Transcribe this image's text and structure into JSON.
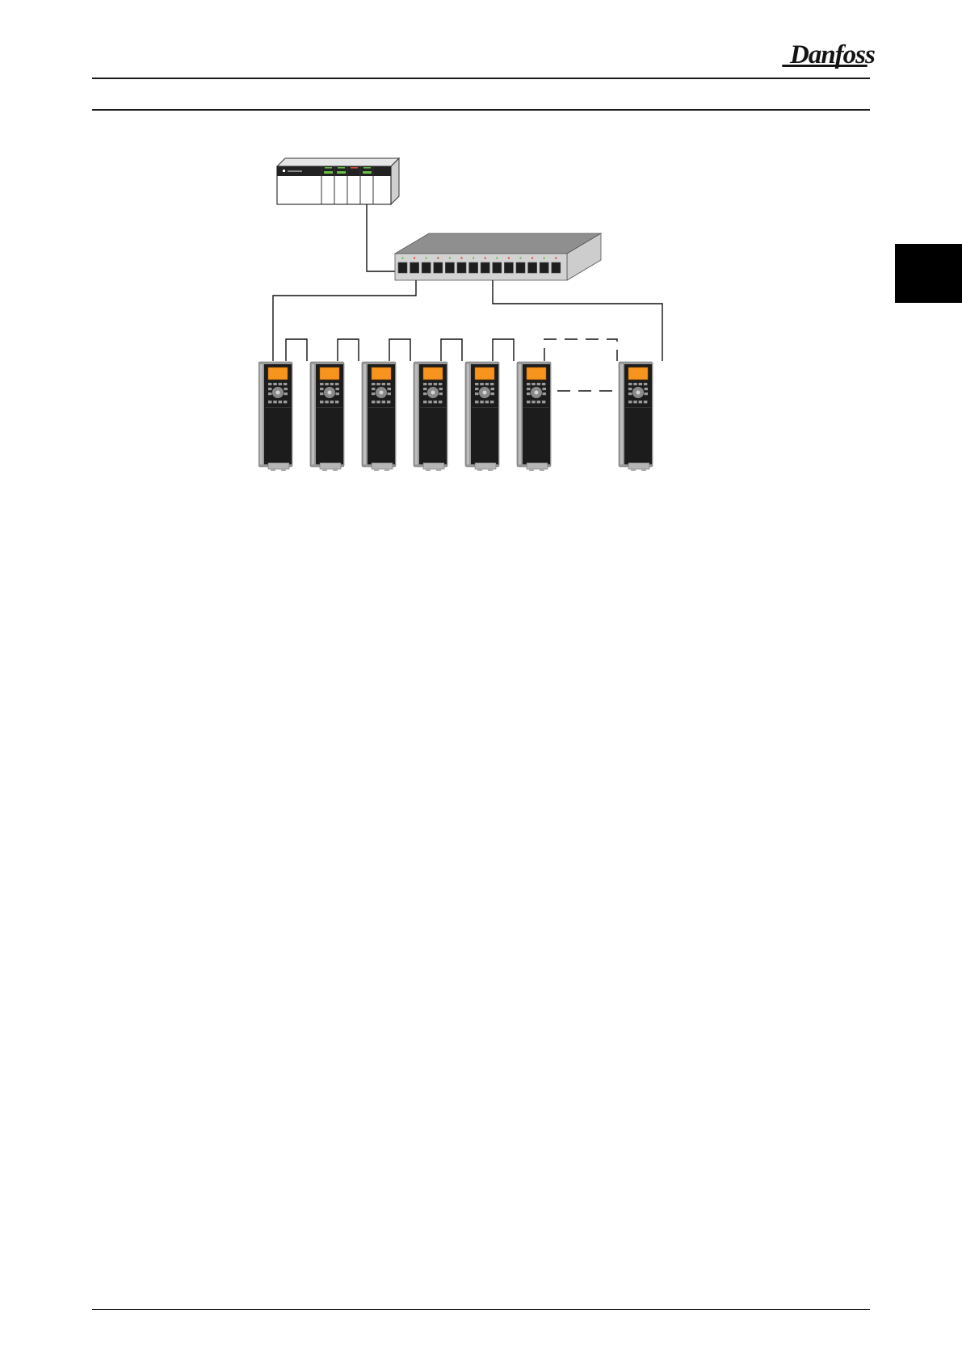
{
  "header": {
    "brand_logo": "Danfoss"
  },
  "colors": {
    "display": "#f7941d",
    "drive_body": "#1c1c1c",
    "drive_frame": "#9a9a9a",
    "switch": "#8f8f8f",
    "tab": "#000000"
  },
  "icons": {
    "plc": "plc-controller-icon",
    "switch": "ethernet-switch-icon",
    "drive": "frequency-converter-icon"
  },
  "diagram": {
    "drive_count": 7,
    "switch_port_count": 14,
    "plc_module_count": 5
  }
}
